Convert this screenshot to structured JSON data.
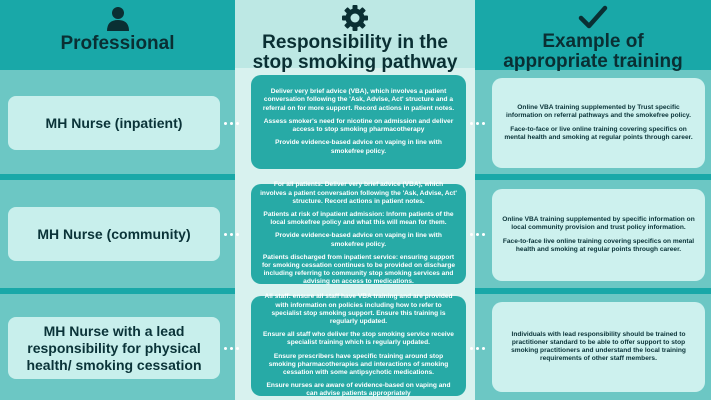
{
  "headers": {
    "professional": "Professional",
    "responsibility_line1": "Responsibility in the",
    "responsibility_line2": "stop smoking pathway",
    "training_line1": "Example of",
    "training_line2": "appropriate training"
  },
  "rows": [
    {
      "label": "MH Nurse (inpatient)",
      "responsibility": [
        "Deliver very brief advice (VBA), which involves a patient conversation following the 'Ask, Advise, Act' structure and a referral on for more support. Record actions in patient notes.",
        "Assess smoker's need for nicotine on admission and deliver access to stop smoking pharmacotherapy",
        "Provide evidence-based advice on vaping in line with smokefree policy."
      ],
      "training": [
        "Online VBA training supplemented by Trust specific information on referral pathways and the smokefree policy.",
        "Face-to-face or live online training covering specifics on mental health and smoking at regular points through career."
      ]
    },
    {
      "label": "MH Nurse (community)",
      "responsibility": [
        "For all patients: Deliver very brief advice (VBA), which involves a patient conversation following the 'Ask, Advise, Act' structure. Record actions in patient notes.",
        "Patients at risk of inpatient admission: Inform patients of the local smokefree policy and what this will mean for them.",
        "Provide evidence-based advice on vaping in line with smokefree policy.",
        "Patients discharged from inpatient service: ensuring support for smoking cessation continues to be provided on discharge including referring to community stop smoking services and advising on access to medications."
      ],
      "training": [
        "Online VBA training supplemented by specific information on local community provision and trust policy information.",
        "Face-to-face live online training covering specifics on mental health and smoking at regular points through career."
      ]
    },
    {
      "label": "MH Nurse with a lead responsibility for physical health/ smoking cessation",
      "responsibility": [
        "All staff: ensure all staff have VBA training and are provided with information on policies including how to refer to specialist stop smoking support. Ensure this training is regularly updated.",
        "Ensure all staff who deliver the stop smoking service receive specialist training which is regularly updated.",
        "Ensure prescribers have specific training around stop smoking pharmacotherapies and interactions of smoking cessation with some antipsychotic medications.",
        "Ensure nurses are aware of evidence-based on vaping and can advise patients appropriately"
      ],
      "training": [
        "Individuals with lead responsibility should be trained to practitioner standard to be able to offer support to stop smoking practitioners and understand the local training requirements of other staff members."
      ]
    }
  ],
  "icons": {
    "professional": "person-icon",
    "responsibility": "gear-icon",
    "training": "checkmark-icon"
  }
}
